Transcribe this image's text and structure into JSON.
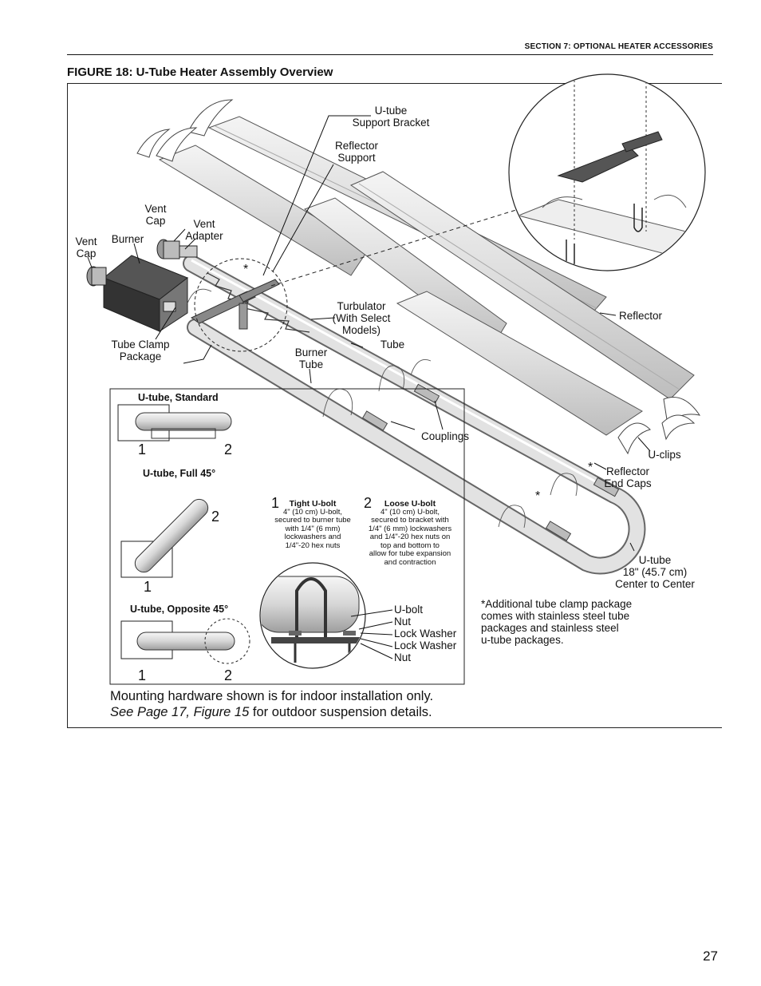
{
  "header": {
    "section_prefix": "SECTION 7: ",
    "section_name": "OPTIONAL HEATER ACCESSORIES"
  },
  "figure": {
    "title": "FIGURE 18: U-Tube Heater Assembly Overview"
  },
  "labels": {
    "u_tube_support_bracket": [
      "U-tube",
      "Support Bracket"
    ],
    "reflector_support": [
      "Reflector",
      "Support"
    ],
    "vent_cap_top": [
      "Vent",
      "Cap"
    ],
    "vent_adapter": [
      "Vent",
      "Adapter"
    ],
    "vent_cap_left": [
      "Vent",
      "Cap"
    ],
    "burner": "Burner",
    "turbulator": [
      "Turbulator",
      "(With Select",
      "Models)"
    ],
    "tube": "Tube",
    "burner_tube": [
      "Burner",
      "Tube"
    ],
    "tube_clamp_package": [
      "Tube Clamp",
      "Package"
    ],
    "reflector": "Reflector",
    "couplings": "Couplings",
    "u_clips": "U-clips",
    "reflector_end_caps": [
      "Reflector",
      "End Caps"
    ],
    "u_tube_dims": [
      "U-tube",
      "18\" (45.7 cm)",
      "Center to Center"
    ],
    "asterisk": "*"
  },
  "insets": {
    "standard": "U-tube, Standard",
    "full45": "U-tube, Full 45°",
    "opposite45": "U-tube, Opposite 45°",
    "num1": "1",
    "num2": "2"
  },
  "bolts": {
    "tight_title": "Tight U-bolt",
    "tight_lines": [
      "4\" (10 cm) U-bolt,",
      "secured to burner tube",
      "with 1/4\" (6 mm)",
      "lockwashers and",
      "1/4\"-20 hex nuts"
    ],
    "loose_title": "Loose U-bolt",
    "loose_lines": [
      "4\" (10 cm) U-bolt,",
      "secured to bracket with",
      "1/4\" (6 mm) lockwashers",
      "and 1/4\"-20 hex nuts on",
      "top and bottom to",
      "allow for tube expansion",
      "and contraction"
    ]
  },
  "hardware": {
    "items": [
      "U-bolt",
      "Nut",
      "Lock Washer",
      "Lock Washer",
      "Nut"
    ]
  },
  "note": {
    "lines": [
      "*Additional tube clamp package",
      "comes with stainless steel tube",
      "packages and stainless steel",
      "u-tube packages."
    ]
  },
  "footer": {
    "line1": "Mounting hardware shown is for indoor installation only.",
    "line2_italic": "See Page 17, Figure 15",
    "line2_rest": " for outdoor suspension details."
  },
  "page_number": "27"
}
